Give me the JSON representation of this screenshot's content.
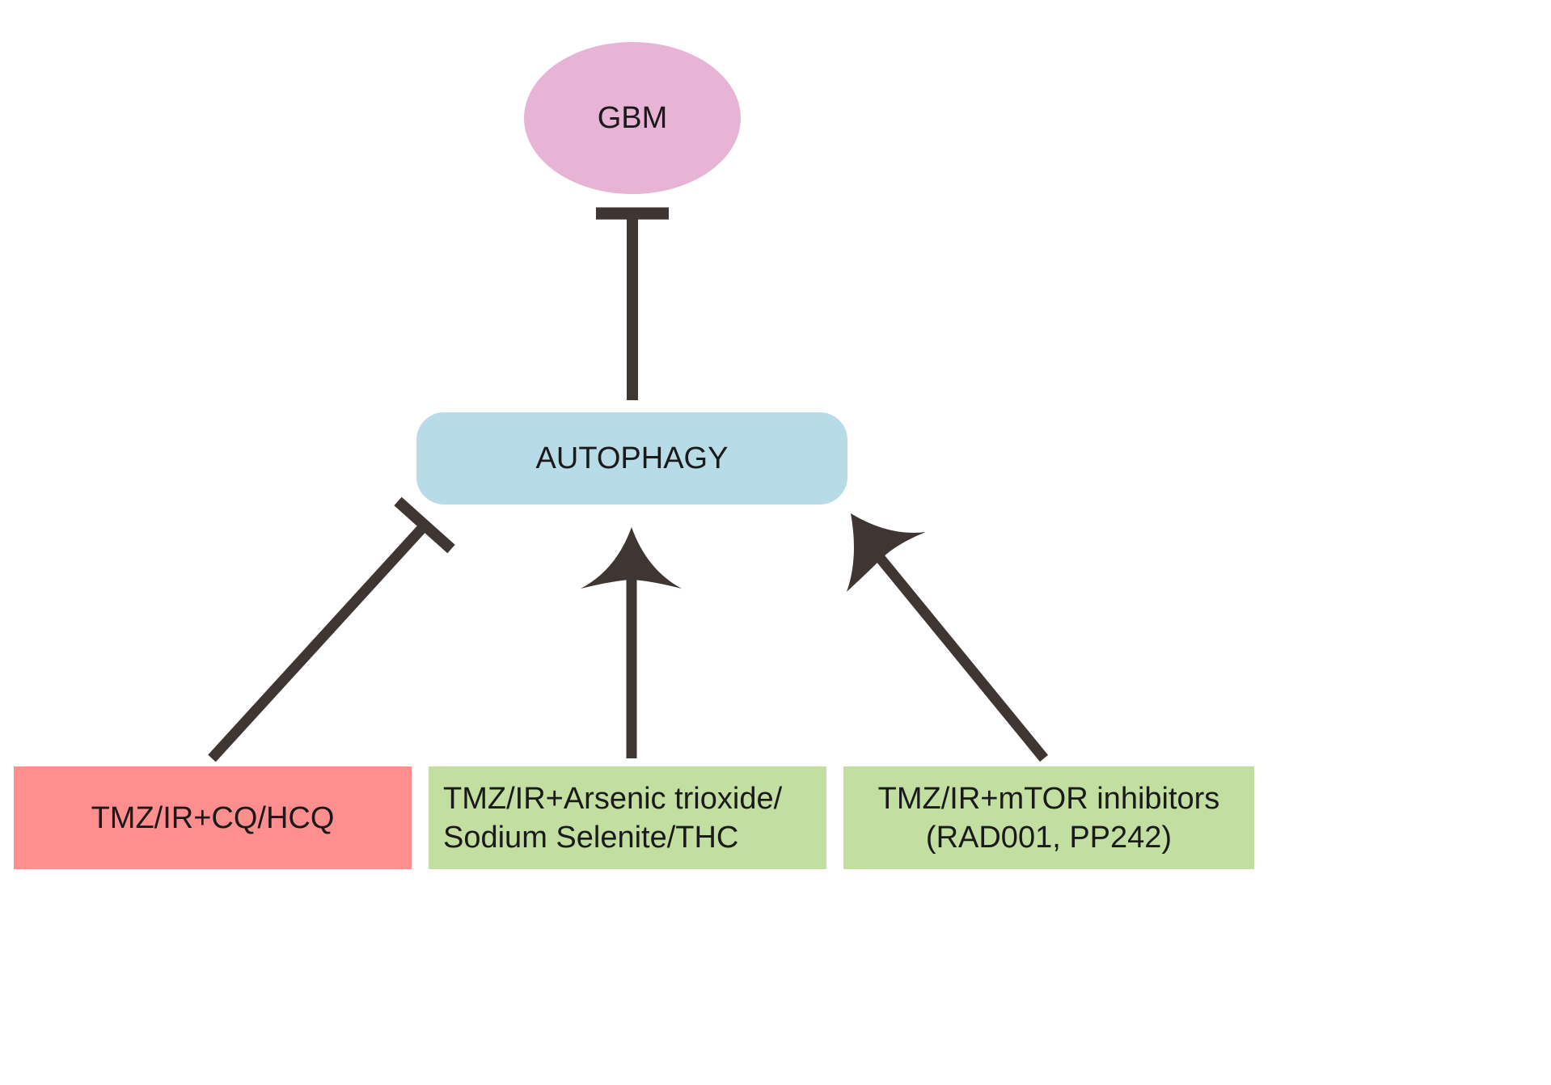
{
  "nodes": {
    "gbm": {
      "label": "GBM",
      "color": "#e8b4d6"
    },
    "autophagy": {
      "label": "AUTOPHAGY",
      "color": "#b8dbe8"
    },
    "treatment_1": {
      "label": "TMZ/IR+CQ/HCQ",
      "color": "#ff8f8f"
    },
    "treatment_2": {
      "line1": "TMZ/IR+Arsenic trioxide/",
      "line2": "Sodium Selenite/THC",
      "color": "#c2dea0"
    },
    "treatment_3": {
      "line1": "TMZ/IR+mTOR inhibitors",
      "line2": "(RAD001, PP242)",
      "color": "#c2dea0"
    }
  },
  "edges": [
    {
      "from": "autophagy",
      "to": "gbm",
      "type": "inhibit"
    },
    {
      "from": "treatment_1",
      "to": "autophagy",
      "type": "inhibit"
    },
    {
      "from": "treatment_2",
      "to": "autophagy",
      "type": "activate"
    },
    {
      "from": "treatment_3",
      "to": "autophagy",
      "type": "activate"
    }
  ],
  "edge_color": "#3f3633"
}
